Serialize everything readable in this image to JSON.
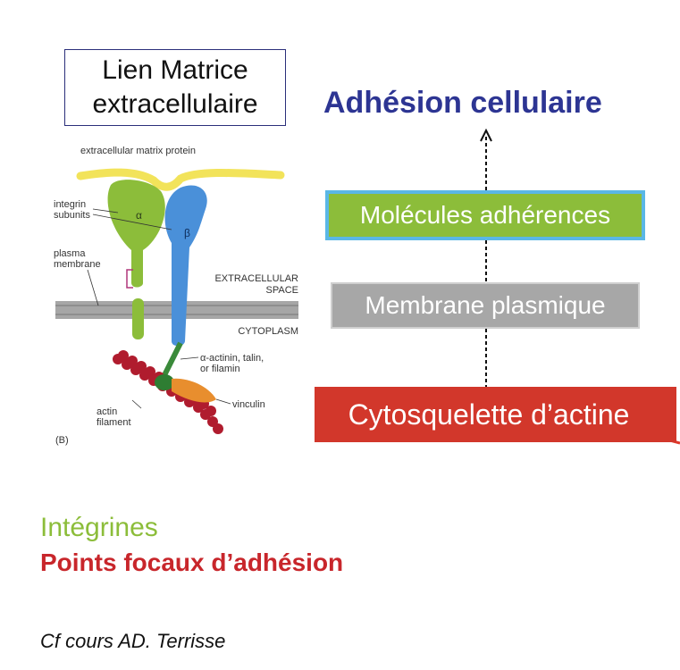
{
  "lien_box": {
    "line1": "Lien Matrice",
    "line2": "extracellulaire"
  },
  "title": "Adhésion cellulaire",
  "boxes": {
    "molecules": "Molécules adhérences",
    "membrane": "Membrane plasmique",
    "cytosquelette": "Cytosquelette d’actine"
  },
  "figure": {
    "ecm_protein": "extracellular matrix protein",
    "integrin_line1": "integrin",
    "integrin_line2": "subunits",
    "alpha": "α",
    "beta": "β",
    "plasma_line1": "plasma",
    "plasma_line2": "membrane",
    "extracellular_line1": "EXTRACELLULAR",
    "extracellular_line2": "SPACE",
    "cytoplasm": "CYTOPLASM",
    "actinin_line1": "α-actinin, talin,",
    "actinin_line2": "or filamin",
    "vinculin": "vinculin",
    "actin_line1": "actin",
    "actin_line2": "filament",
    "panel": "(B)"
  },
  "bottom": {
    "integrines": "Intégrines",
    "points_focaux": "Points focaux d’adhésion",
    "reference": "Cf cours AD. Terrisse"
  },
  "colors": {
    "title_blue": "#2d3593",
    "alpha_green": "#8cbd3a",
    "beta_blue": "#4a90d9",
    "box_green": "#8cbd3a",
    "box_border_blue": "#5ab7e6",
    "box_gray": "#a7a7a7",
    "box_red": "#d2372b",
    "actin_red": "#b01c2e",
    "ecm_yellow": "#f2e35a",
    "points_red": "#c8262b"
  }
}
